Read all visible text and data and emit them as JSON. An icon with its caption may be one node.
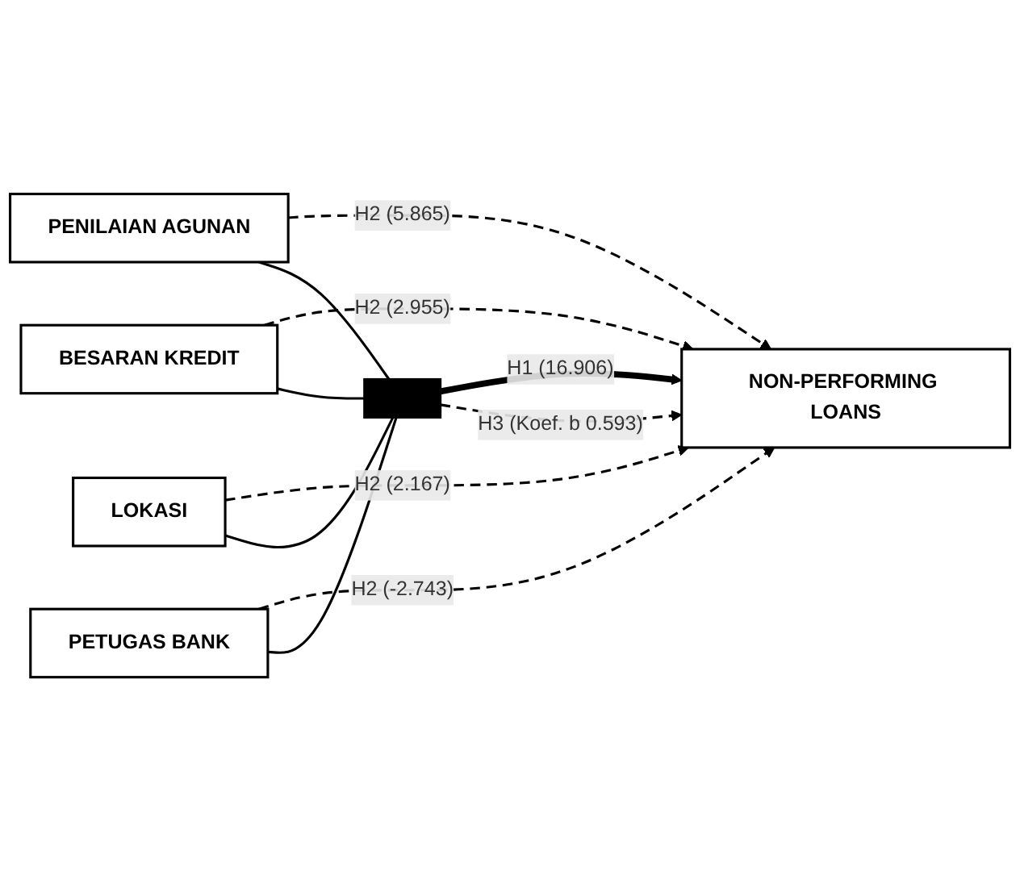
{
  "diagram": {
    "nodes": [
      {
        "text": [
          "PENILAIAN AGUNAN"
        ]
      },
      {
        "text": [
          "BESARAN KREDIT"
        ]
      },
      {
        "text": [
          "LOKASI"
        ]
      },
      {
        "text": [
          "PETUGAS BANK"
        ]
      },
      {
        "text": [],
        "shape": "bar"
      },
      {
        "text": [
          "NON-PERFORMING LOANS"
        ]
      }
    ],
    "edges": [
      {
        "from": 0,
        "to": 5,
        "arrow": "to",
        "style": "dashed",
        "label": "H2 (5.865)"
      },
      {
        "from": 1,
        "to": 5,
        "arrow": "to",
        "style": "dashed",
        "label": "H2 (2.955)"
      },
      {
        "from": 2,
        "to": 5,
        "arrow": "to",
        "style": "dashed",
        "label": "H2 (2.167)"
      },
      {
        "from": 3,
        "to": 5,
        "arrow": "to",
        "style": "dashed",
        "label": "H2 (-2.743)"
      },
      {
        "from": 0,
        "to": 4,
        "arrow": "none"
      },
      {
        "from": 1,
        "to": 4,
        "arrow": "none"
      },
      {
        "from": 2,
        "to": 4,
        "arrow": "none"
      },
      {
        "from": 3,
        "to": 4,
        "arrow": "none"
      },
      {
        "from": 4,
        "to": 5,
        "arrow": "to",
        "style": "thick",
        "label": "H1 (16.906)"
      },
      {
        "from": 4,
        "to": 5,
        "arrow": "to",
        "style": "dashed",
        "label": "H3 (Koef. b 0.593)"
      }
    ]
  }
}
